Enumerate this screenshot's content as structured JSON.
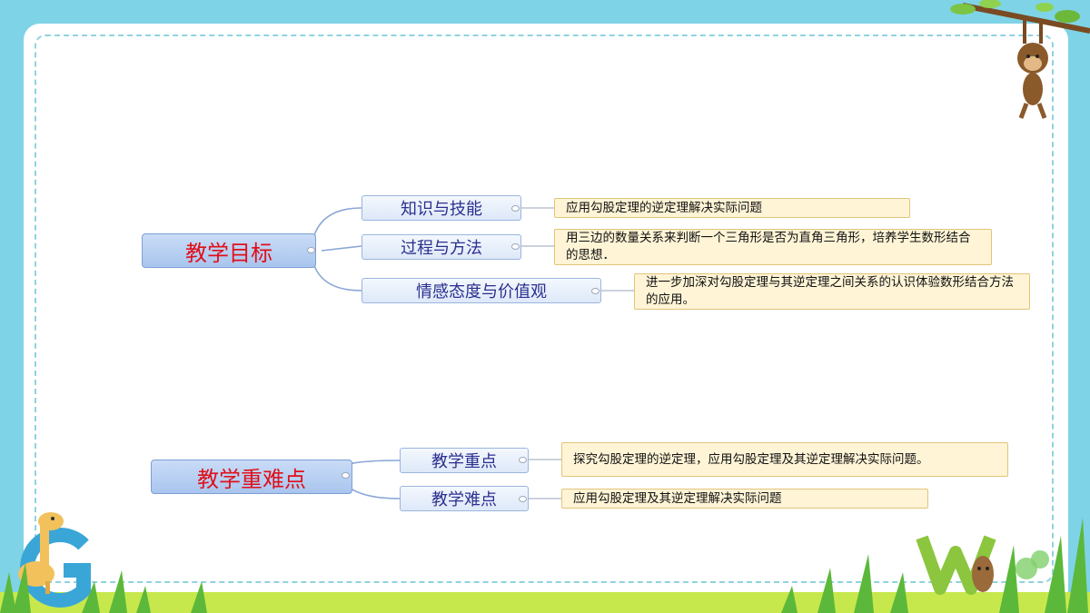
{
  "colors": {
    "background": "#7fd3e6",
    "main_node_text": "#e0101a",
    "sub_node_text": "#2a2f8f",
    "detail_fill": "#fff4d6"
  },
  "decorations": [
    "monkey-illustration",
    "giraffe-illustration",
    "letter-g-icon",
    "letter-w-icon",
    "grass-illustration",
    "tree-branch-illustration"
  ],
  "mindmap": {
    "goals": {
      "label": "教学目标",
      "branches": [
        {
          "label": "知识与技能",
          "detail": "应用勾股定理的逆定理解决实际问题"
        },
        {
          "label": "过程与方法",
          "detail": "用三边的数量关系来判断一个三角形是否为直角三角形，培养学生数形结合的思想．"
        },
        {
          "label": "情感态度与价值观",
          "detail": "进一步加深对勾股定理与其逆定理之间关系的认识体验数形结合方法的应用。"
        }
      ]
    },
    "difficulties": {
      "label": "教学重难点",
      "branches": [
        {
          "label": "教学重点",
          "detail": "探究勾股定理的逆定理，应用勾股定理及其逆定理解决实际问题。"
        },
        {
          "label": "教学难点",
          "detail": "应用勾股定理及其逆定理解决实际问题"
        }
      ]
    }
  }
}
